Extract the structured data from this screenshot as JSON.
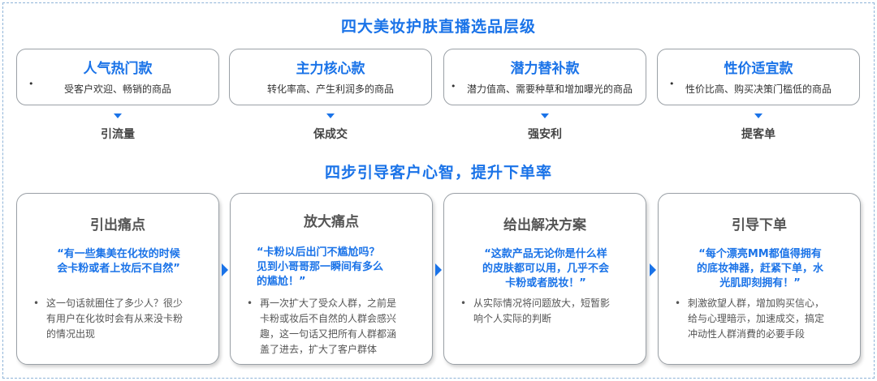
{
  "title_top": "四大美妆护肤直播选品层级",
  "title_bottom": "四步引导客户心智，提升下单率",
  "tiers": [
    {
      "name": "人气热门款",
      "bullet": "•",
      "desc": "受客户欢迎、畅销的商品",
      "result": "引流量"
    },
    {
      "name": "主力核心款",
      "bullet": "",
      "desc": "转化率高、产生利润多的商品",
      "result": "保成交"
    },
    {
      "name": "潜力替补款",
      "bullet": "•",
      "desc": "潜力值高、需要种草和增加曝光的商品",
      "result": "强安利"
    },
    {
      "name": "性价适宜款",
      "bullet": "•",
      "desc": "性价比高、购买决策门槛低的商品",
      "result": "提客单"
    }
  ],
  "steps": [
    {
      "name": "引出痛点",
      "quote_lines": [
        "“有一些集美在化妆的时候",
        "会卡粉或者上妆后不自然”"
      ],
      "bullet": "•",
      "body_lines": [
        "这一句话就圈住了多少人？很少",
        "有用户在化妆时会有从来没卡粉",
        "的情况出现"
      ]
    },
    {
      "name": "放大痛点",
      "quote_lines": [
        "“卡粉以后出门不尴尬吗？",
        "见到小哥哥那一瞬间有多么",
        "的尴尬！”"
      ],
      "bullet": "•",
      "body_lines": [
        "再一次扩大了受众人群，之前是",
        "卡粉或妆后不自然的人群会感兴",
        "趣，这一句话又把所有人群都涵",
        "盖了进去，扩大了客户群体"
      ]
    },
    {
      "name": "给出解决方案",
      "quote_lines": [
        "“这款产品无论你是什么样",
        "的皮肤都可以用，几乎不会",
        "卡粉或者脱妆！”"
      ],
      "bullet": "•",
      "body_lines": [
        "从实际情况将问题放大，短暂影",
        "响个人实际的判断"
      ]
    },
    {
      "name": "引导下单",
      "quote_lines": [
        "“每个漂亮MM都值得拥有",
        "的底妆神器，赶紧下单，水",
        "光肌即刻拥有！”"
      ],
      "bullet": "•",
      "body_lines": [
        "刺激欲望人群，增加购买信心，",
        "给与心理暗示，加速成交，搞定",
        "冲动性人群消費的必要手段"
      ]
    }
  ],
  "colors": {
    "accent": "#1a73e8",
    "border": "#9aa0a6",
    "frame": "#8fb4d8"
  }
}
